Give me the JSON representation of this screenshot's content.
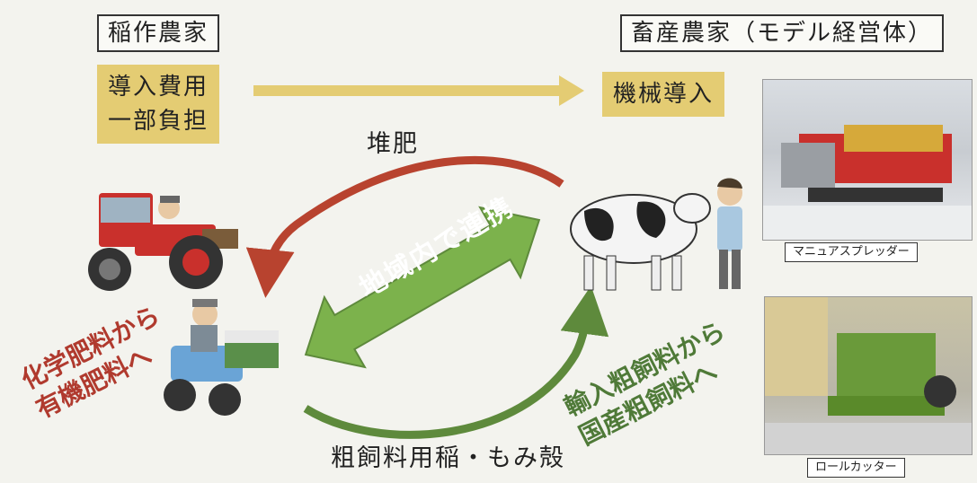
{
  "left_group": {
    "title": "稲作農家",
    "cost_line1": "導入費用",
    "cost_line2": "一部負担"
  },
  "right_group": {
    "title": "畜産農家（モデル経営体）",
    "machine": "機械導入"
  },
  "flows": {
    "compost": "堆肥",
    "center": "地域内で連携",
    "bottom": "粗飼料用稲・もみ殻",
    "left_line1": "化学肥料から",
    "left_line2": "有機肥料へ",
    "right_line1": "輸入粗飼料から",
    "right_line2": "国産粗飼料へ"
  },
  "photos": {
    "top_caption": "マニュアスプレッダー",
    "bottom_caption": "ロールカッター"
  },
  "colors": {
    "gold": "#e4cc73",
    "red_arrow": "#b8432f",
    "green_arrow": "#5e8a3c",
    "center_arrow": "#7cb24c"
  }
}
